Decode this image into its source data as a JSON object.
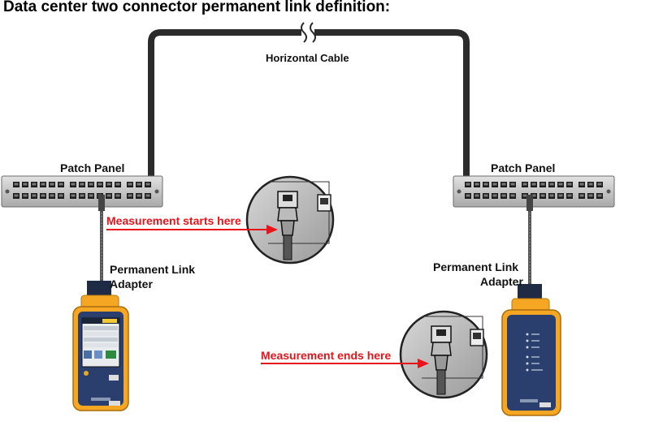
{
  "title": "Data center two connector permanent link definition:",
  "cable": {
    "label": "Horizontal Cable"
  },
  "patch_panel_left": {
    "label": "Patch Panel"
  },
  "patch_panel_right": {
    "label": "Patch Panel"
  },
  "adapter_left": {
    "line1": "Permanent Link",
    "line2": "Adapter"
  },
  "adapter_right": {
    "line1": "Permanent Link",
    "line2": "Adapter"
  },
  "measurement_start": "Measurement starts here",
  "measurement_end": "Measurement ends here",
  "colors": {
    "cable": "#2b2b2b",
    "arrow": "#e8141a",
    "tester_body": "#f5a623",
    "tester_face": "#2a3f6d",
    "panel": "#c9c9c9"
  },
  "icons": [
    "patch-panel-icon",
    "tester-display-icon",
    "tester-remote-icon",
    "rj45-jack-icon",
    "cable-break-icon"
  ]
}
